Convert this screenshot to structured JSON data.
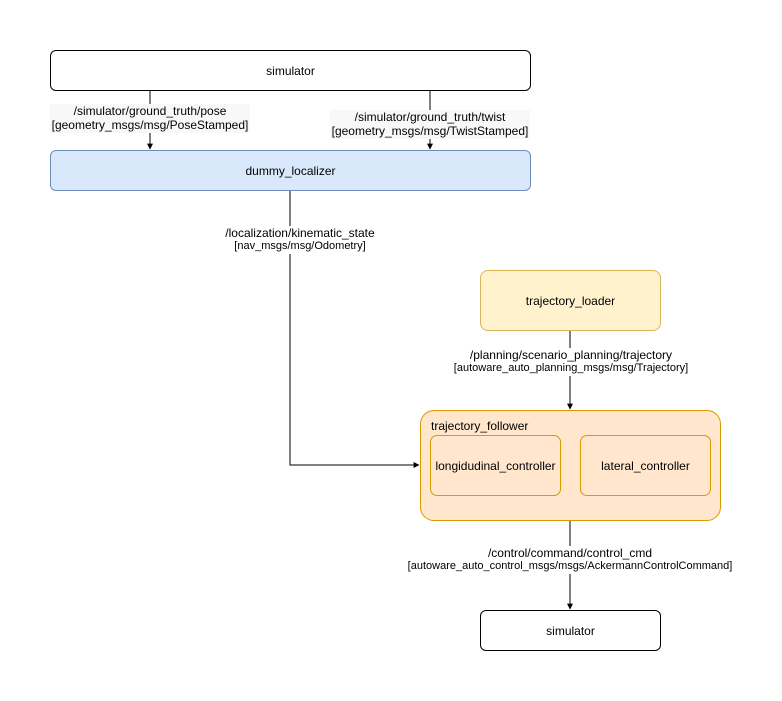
{
  "colors": {
    "stroke": "#000000",
    "localizer_fill": "#dae8fc",
    "localizer_stroke": "#6c8ebf",
    "loader_fill": "#fff2cc",
    "loader_stroke": "#d6b656",
    "follower_fill": "#ffe6cc",
    "follower_stroke": "#d79b00",
    "white": "#ffffff"
  },
  "nodes": {
    "simulator_top": "simulator",
    "dummy_localizer": "dummy_localizer",
    "trajectory_loader": "trajectory_loader",
    "trajectory_follower": "trajectory_follower",
    "longitudinal_controller": "longidudinal_controller",
    "lateral_controller": "lateral_controller",
    "simulator_bottom": "simulator"
  },
  "edges": {
    "pose": {
      "topic": "/simulator/ground_truth/pose",
      "type": "[geometry_msgs/msg/PoseStamped]"
    },
    "twist": {
      "topic": "/simulator/ground_truth/twist",
      "type": "[geometry_msgs/msg/TwistStamped]"
    },
    "kinematic_state": {
      "topic": "/localization/kinematic_state",
      "type": "[nav_msgs/msg/Odometry]"
    },
    "trajectory": {
      "topic": "/planning/scenario_planning/trajectory",
      "type": "[autoware_auto_planning_msgs/msg/Trajectory]"
    },
    "control_cmd": {
      "topic": "/control/command/control_cmd",
      "type": "[autoware_auto_control_msgs/msgs/AckermannControlCommand]"
    }
  }
}
